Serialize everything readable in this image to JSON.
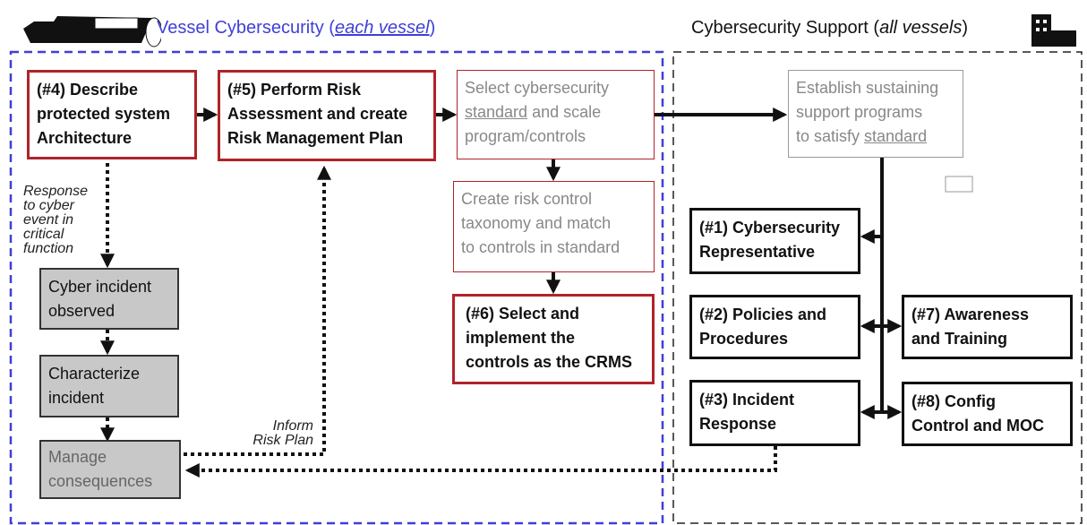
{
  "headers": {
    "vessel_title_prefix": "Vessel Cybersecurity (",
    "vessel_title_em": "each vessel",
    "vessel_title_suffix": ")",
    "support_title_prefix": "Cybersecurity Support (",
    "support_title_em": "all vessels",
    "support_title_suffix": ")"
  },
  "colors": {
    "vessel_accent": "#3f3fd8",
    "step_border": "#b0232a",
    "process_fill": "#c8c8c8"
  },
  "icons": {
    "vessel": "ship-icon",
    "support": "building-icon"
  },
  "boxes": {
    "b4": {
      "line1": "(#4) Describe",
      "line2": "protected system",
      "line3": "Architecture"
    },
    "b5": {
      "line1": "(#5) Perform Risk",
      "line2": "Assessment and create",
      "line3": "Risk Management Plan"
    },
    "select_std": {
      "line1": "Select cybersecurity",
      "line2_u": "standard",
      "line2_rest": " and scale",
      "line3": "program/controls"
    },
    "taxonomy": {
      "line1": "Create risk control",
      "line2": "taxonomy and match",
      "line3": "to controls in standard"
    },
    "b6": {
      "line1": "(#6) Select and",
      "line2": "implement the",
      "line3": "controls as the CRMS"
    },
    "sustain": {
      "line1": "Establish sustaining",
      "line2": "support programs",
      "line3_pre": "to satisfy ",
      "line3_u": "standard"
    },
    "b1": {
      "line1": "(#1) Cybersecurity",
      "line2": "Representative"
    },
    "b2": {
      "line1": "(#2) Policies and",
      "line2": "Procedures"
    },
    "b7": {
      "line1": "(#7) Awareness",
      "line2": "and Training"
    },
    "b3": {
      "line1": "(#3) Incident",
      "line2": "Response"
    },
    "b8": {
      "line1": "(#8) Config",
      "line2": "Control and MOC"
    },
    "observed": {
      "line1": "Cyber incident",
      "line2": "observed"
    },
    "characterize": {
      "line1": "Characterize",
      "line2": "incident"
    },
    "manage": {
      "line1": "Manage",
      "line2": "consequences"
    }
  },
  "notes": {
    "response": [
      "Response",
      "to cyber",
      "event in",
      "critical",
      "function"
    ],
    "inform": [
      "Inform",
      "Risk Plan"
    ]
  }
}
